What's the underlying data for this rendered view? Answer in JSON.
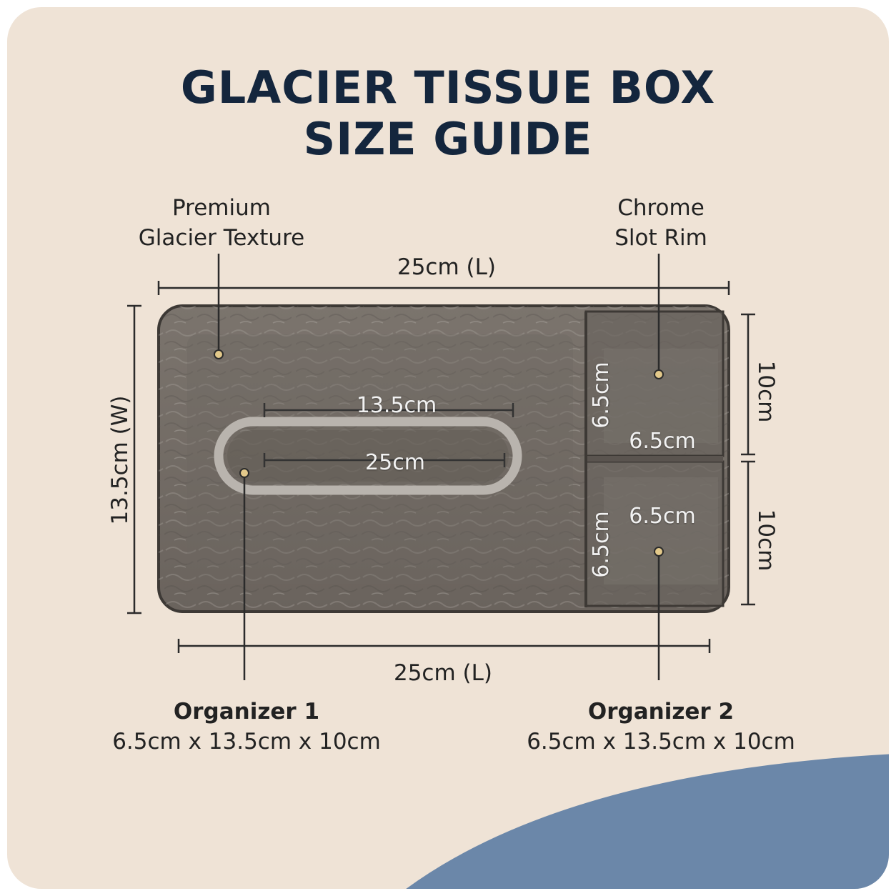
{
  "title": {
    "line1": "GLACIER TISSUE BOX",
    "line2": "SIZE GUIDE"
  },
  "callouts": {
    "texture": {
      "line1": "Premium",
      "line2": "Glacier Texture"
    },
    "rim": {
      "line1": "Chrome",
      "line2": "Slot Rim"
    }
  },
  "dimensions": {
    "top_length": "25cm (L)",
    "bottom_length": "25cm (L)",
    "width": "13.5cm (W)",
    "right_upper": "10cm",
    "right_lower": "10cm",
    "slot_width": "13.5cm",
    "slot_length": "25cm",
    "comp_upper_vertical": "6.5cm",
    "comp_upper_horizontal": "6.5cm",
    "comp_lower_horizontal": "6.5cm",
    "comp_lower_vertical": "6.5cm"
  },
  "organizers": [
    {
      "name": "Organizer 1",
      "size": "6.5cm x 13.5cm x 10cm"
    },
    {
      "name": "Organizer 2",
      "size": "6.5cm x 13.5cm x 10cm"
    }
  ],
  "colors": {
    "background": "#efe3d6",
    "title": "#14263d",
    "accent_wave": "#6b87a9",
    "box_tint": "#6d6660",
    "marker": "#e3c98a"
  }
}
